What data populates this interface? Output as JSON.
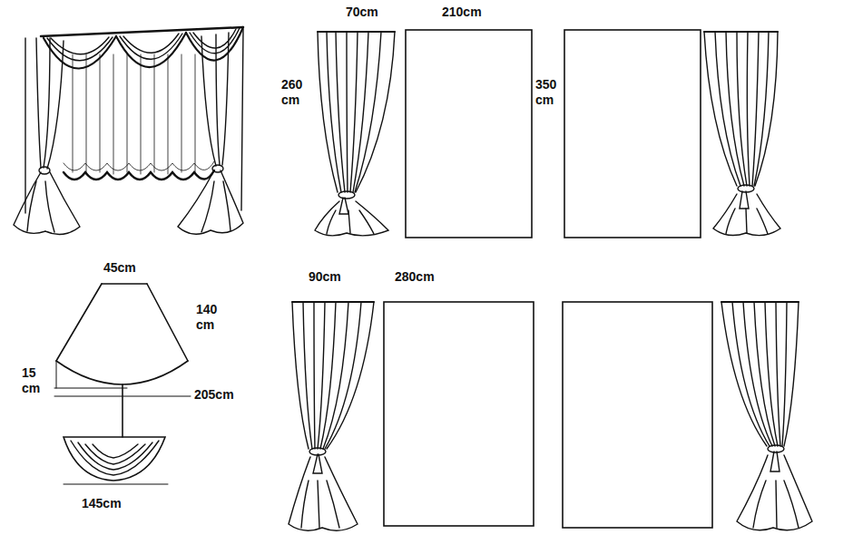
{
  "diagram": {
    "labels": [
      "70cm",
      "210cm",
      "260 cm",
      "350 cm",
      "45cm",
      "140 cm",
      "15 cm",
      "205cm",
      "145cm",
      "90cm",
      "280cm"
    ]
  }
}
